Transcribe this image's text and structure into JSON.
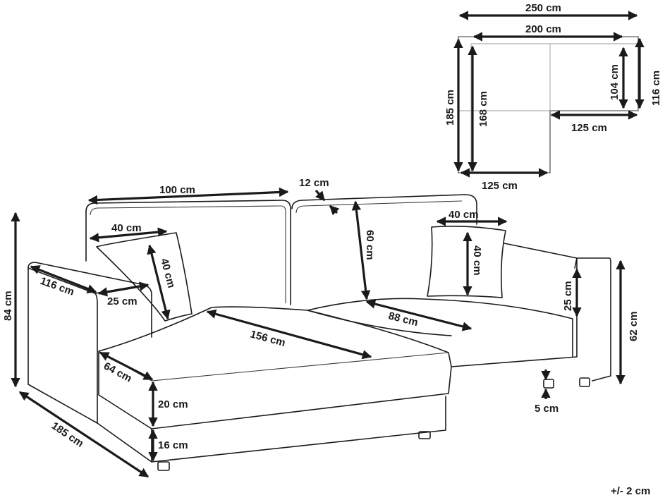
{
  "dimensions": {
    "plan_width_total": "250 cm",
    "plan_width_seat": "200 cm",
    "plan_depth_right_total": "116 cm",
    "plan_depth_right_seat": "104 cm",
    "plan_depth_left_total": "185 cm",
    "plan_depth_left_seat": "168 cm",
    "plan_chaise_inner": "125 cm",
    "plan_chaise_bottom": "125 cm",
    "back_cushion_width": "100 cm",
    "back_cushion_thickness": "12 cm",
    "back_cushion_height": "60 cm",
    "pillow_left_width": "40 cm",
    "pillow_left_height": "40 cm",
    "pillow_right_width": "40 cm",
    "pillow_right_height": "40 cm",
    "overall_height": "84 cm",
    "armrest_depth": "116 cm",
    "armrest_width": "25 cm",
    "chaise_length": "156 cm",
    "seat_depth": "88 cm",
    "armrest_height_right": "25 cm",
    "seat_height": "62 cm",
    "chaise_width": "64 cm",
    "seat_cushion_height": "20 cm",
    "base_height": "16 cm",
    "leg_height": "5 cm",
    "overall_depth": "185 cm"
  },
  "tolerance": "+/- 2 cm"
}
